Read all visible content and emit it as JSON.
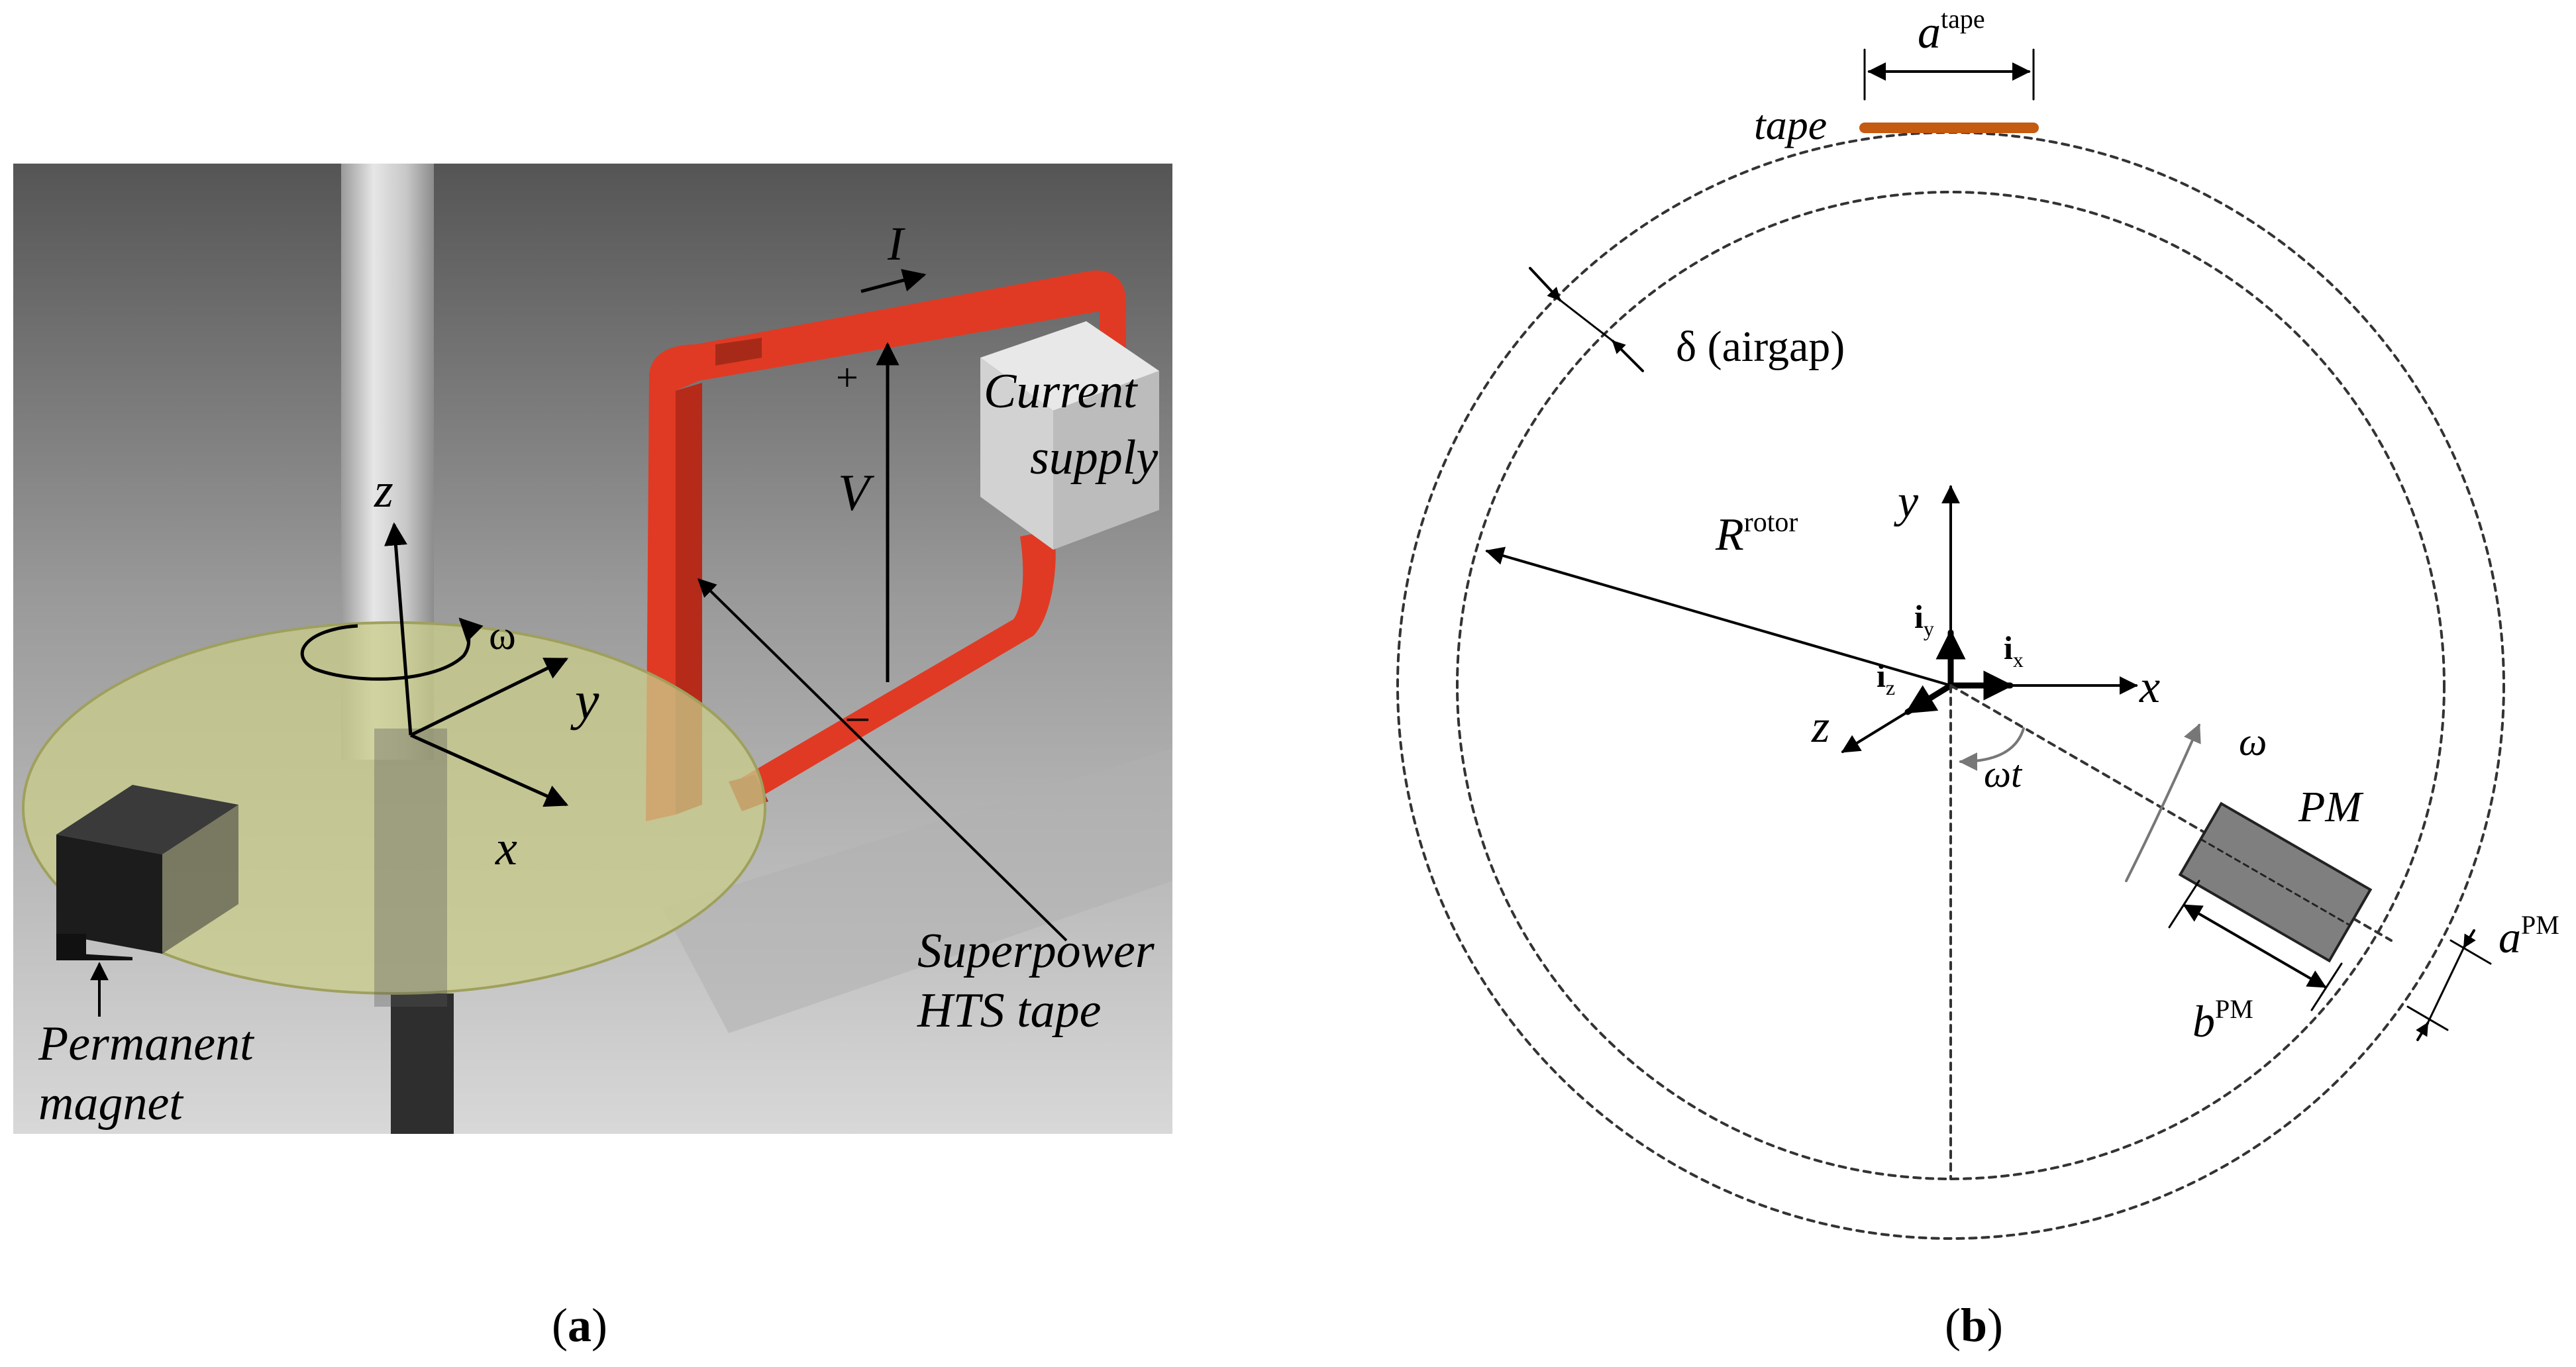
{
  "panel_a": {
    "caption_open": "(",
    "caption_letter": "a",
    "caption_close": ")",
    "labels": {
      "current": "I",
      "plus": "+",
      "minus": "−",
      "voltage": "V",
      "current_supply_line1": "Current",
      "current_supply_line2": "supply",
      "axis_z": "z",
      "axis_y": "y",
      "axis_x": "x",
      "omega": "ω",
      "tape_line1": "Superpower",
      "tape_line2": "HTS tape",
      "magnet_line1": "Permanent",
      "magnet_line2": "magnet"
    },
    "colors": {
      "tape": "#e03a24",
      "disk": "#c9cc8a",
      "background_top": "#5a5a5a",
      "background_bottom": "#d6d6d6"
    }
  },
  "panel_b": {
    "caption_open": "(",
    "caption_letter": "b",
    "caption_close": ")",
    "labels": {
      "a_tape_base": "a",
      "a_tape_sup": "tape",
      "tape": "tape",
      "airgap": "δ (airgap)",
      "r_rotor_base": "R",
      "r_rotor_sup": "rotor",
      "axis_y": "y",
      "axis_x": "x",
      "axis_z": "z",
      "iy_base": "i",
      "iy_sub": "y",
      "ix_base": "i",
      "ix_sub": "x",
      "iz_base": "i",
      "iz_sub": "z",
      "omega_t": "ωt",
      "omega": "ω",
      "pm": "PM",
      "a_pm_base": "a",
      "a_pm_sup": "PM",
      "b_pm_base": "b",
      "b_pm_sup": "PM"
    },
    "colors": {
      "tape": "#c55a11",
      "pm_fill": "#7f7f7f"
    }
  }
}
